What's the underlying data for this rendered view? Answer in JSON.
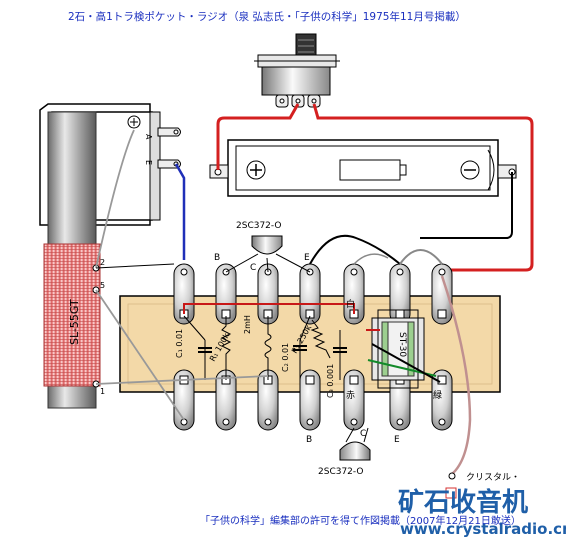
{
  "title": "2石・高1トラ検ポケット・ラジオ（泉 弘志氏・「子供の科学」1975年11月号掲載）",
  "footer": "「子供の科学」編集部の許可を得て作図掲載（2007年12月21日敢送）",
  "coil": {
    "name": "SL-55GT",
    "tap_labels": [
      "2",
      "5",
      "1"
    ]
  },
  "vc_labels": {
    "a": "A",
    "e": "E"
  },
  "transistors": [
    {
      "name": "2SC372-O",
      "pins": [
        "B",
        "C",
        "E"
      ]
    },
    {
      "name": "2SC372-O",
      "pins": [
        "B",
        "C",
        "E"
      ]
    }
  ],
  "components": {
    "c1": "C₁ 0.01",
    "r1": "R₁ 100k",
    "choke": "2mH",
    "c2": "C₂ 0.01",
    "r2": "R₂ 250k",
    "c3": "C₃ 0.001",
    "transformer": "ST-30"
  },
  "wire_colors_labels": {
    "white": "白",
    "red": "赤",
    "green": "緑"
  },
  "earphone": "クリスタル・",
  "watermark": {
    "cn": "矿石收音机",
    "url": "www.crystalradio.cn"
  },
  "colors": {
    "board": "#f3d9a8",
    "red_wire": "#d42020",
    "blue_wire": "#1f2fb8",
    "title": "#1a2fbf"
  }
}
